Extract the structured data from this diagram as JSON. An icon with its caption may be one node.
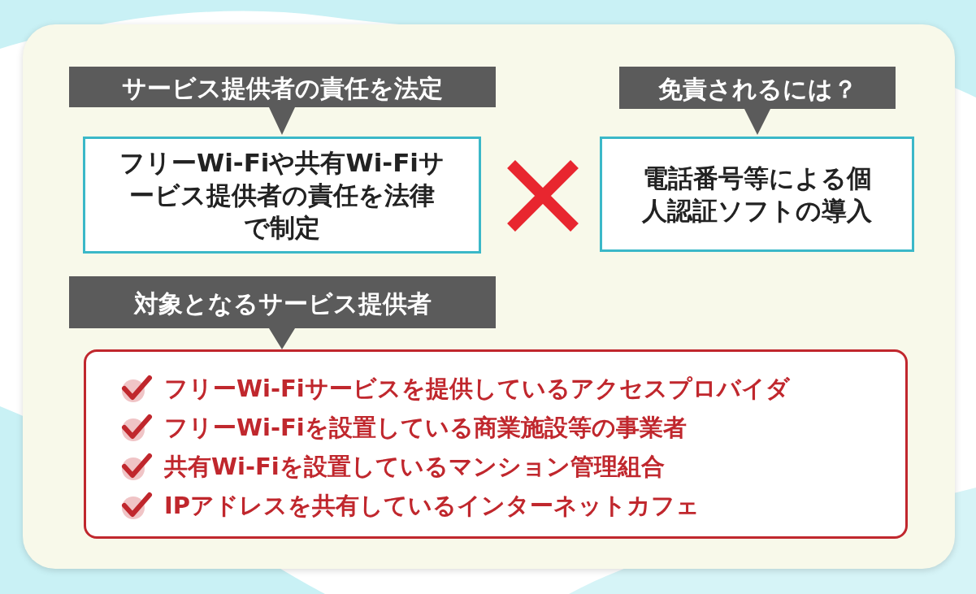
{
  "diagram": {
    "nodes": [
      {
        "text": [
          "サービス提供者の責任を法定"
        ]
      },
      {
        "text": [
          "フリーWi-Fiや共有Wi-Fiサービス提供者の責任を法律で制定"
        ]
      },
      {
        "text": [
          "免責されるには？"
        ]
      },
      {
        "text": [
          "電話番号等による個人認証ソフトの導入"
        ]
      },
      {
        "text": [
          "対象となるサービス提供者"
        ]
      },
      {
        "text": [
          "フリーWi-Fiサービスを提供しているアクセスプロバイダ",
          "フリーWi-Fiを設置している商業施設等の事業者",
          "共有Wi-Fiを設置しているマンション管理組合",
          "IPアドレスを共有しているインターネットカフェ"
        ]
      }
    ]
  }
}
